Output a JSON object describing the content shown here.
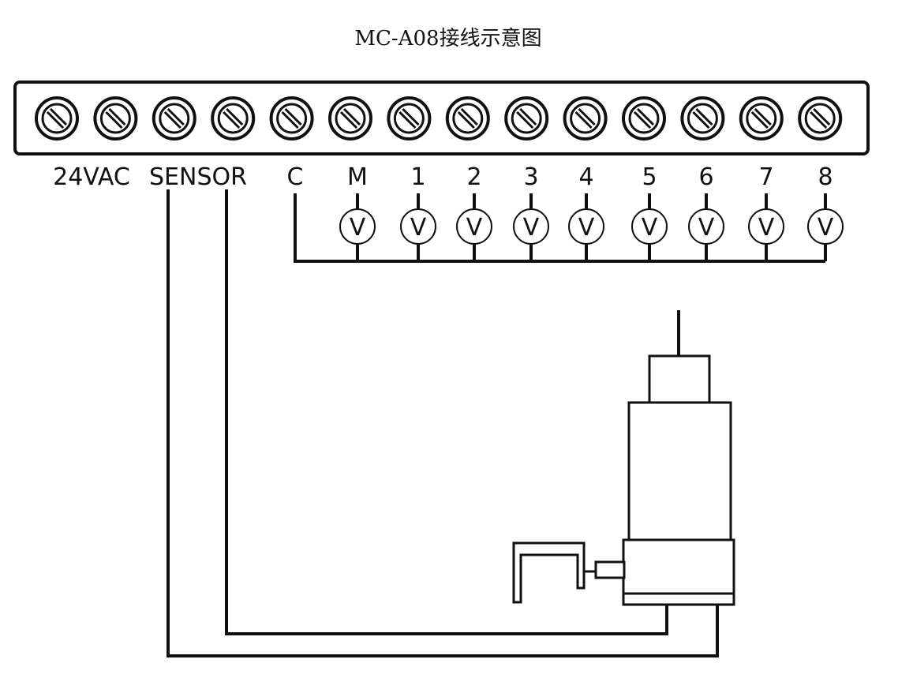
{
  "title": "MC-A08接线示意图",
  "terminal_block": {
    "screw_count": 14,
    "labels": [
      {
        "id": "24vac",
        "text": "24VAC"
      },
      {
        "id": "sensor",
        "text": "SENSOR"
      },
      {
        "id": "c",
        "text": "C"
      },
      {
        "id": "m",
        "text": "M"
      },
      {
        "id": "1",
        "text": "1"
      },
      {
        "id": "2",
        "text": "2"
      },
      {
        "id": "3",
        "text": "3"
      },
      {
        "id": "4",
        "text": "4"
      },
      {
        "id": "5",
        "text": "5"
      },
      {
        "id": "6",
        "text": "6"
      },
      {
        "id": "7",
        "text": "7"
      },
      {
        "id": "8",
        "text": "8"
      }
    ]
  },
  "valves": {
    "letter": "V",
    "outputs": [
      "M",
      "1",
      "2",
      "3",
      "4",
      "5",
      "6",
      "7",
      "8"
    ]
  },
  "colors": {
    "line": "#111111",
    "background": "#ffffff"
  }
}
